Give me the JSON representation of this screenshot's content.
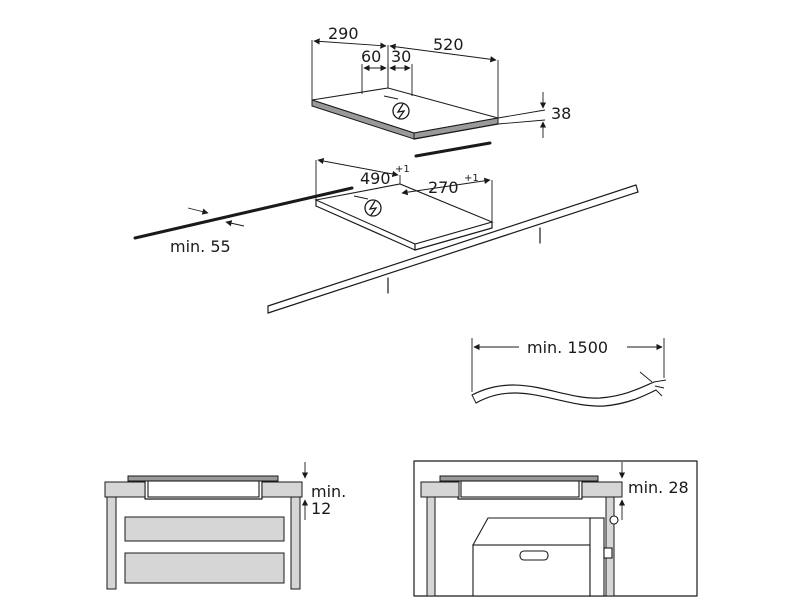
{
  "hob": {
    "width_label": "290",
    "depth_label": "520",
    "offset_a_label": "60",
    "offset_b_label": "30",
    "thickness_label": "38"
  },
  "cutout": {
    "width_label": "490",
    "width_tolerance": "+1",
    "depth_label": "270",
    "depth_tolerance": "+1",
    "edge_distance_label": "min. 55"
  },
  "cable": {
    "length_label": "min. 1500"
  },
  "clearance_drawer": {
    "label_line1": "min.",
    "label_line2": "12"
  },
  "clearance_oven": {
    "label": "min. 28"
  },
  "icons": [
    "electrical-connection-icon",
    "electrical-connection-icon"
  ],
  "colors": {
    "line": "#1a1a1a",
    "fill_gray": "#9a9a9a",
    "fill_light": "#d6d6d6"
  }
}
